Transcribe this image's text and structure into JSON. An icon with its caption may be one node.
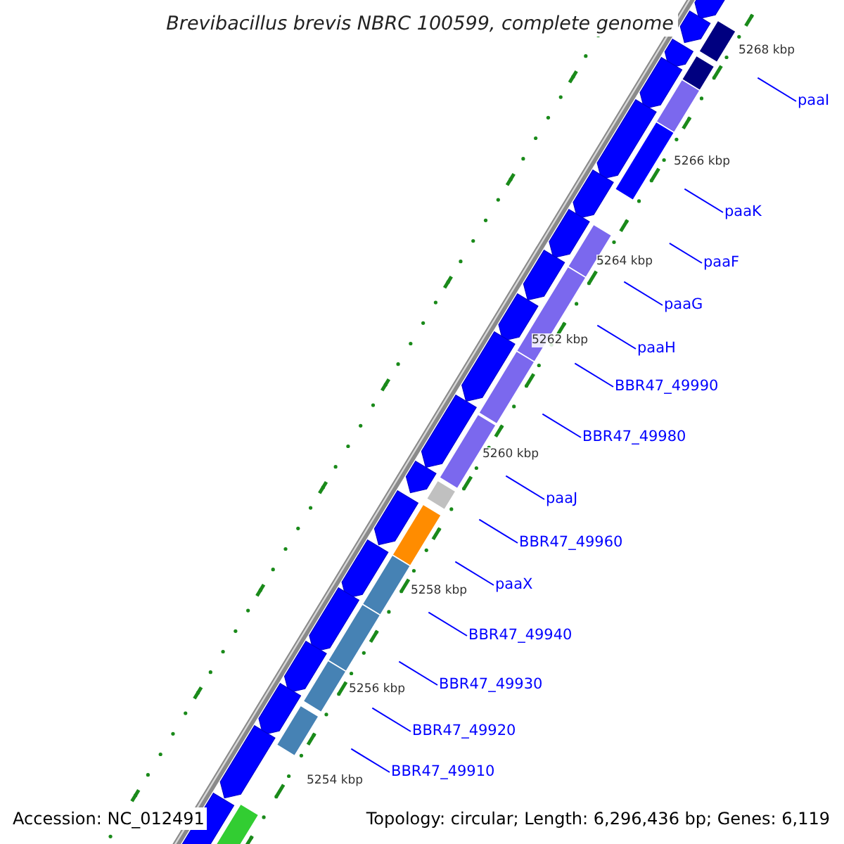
{
  "diagram": {
    "title": "Brevibacillus brevis NBRC 100599, complete genome",
    "nodes": [
      {
        "text": [
          "paaI"
        ]
      },
      {
        "text": [
          "paaK"
        ]
      },
      {
        "text": [
          "paaF"
        ]
      },
      {
        "text": [
          "paaG"
        ]
      },
      {
        "text": [
          "paaH"
        ]
      },
      {
        "text": [
          "BBR47_49990"
        ]
      },
      {
        "text": [
          "BBR47_49980"
        ]
      },
      {
        "text": [
          "paaJ"
        ]
      },
      {
        "text": [
          "BBR47_49960"
        ]
      },
      {
        "text": [
          "paaX"
        ]
      },
      {
        "text": [
          "BBR47_49940"
        ]
      },
      {
        "text": [
          "BBR47_49930"
        ]
      },
      {
        "text": [
          "BBR47_49920"
        ]
      },
      {
        "text": [
          "BBR47_49910"
        ]
      }
    ],
    "edges": [
      {
        "from": 0,
        "to": null,
        "arrow": "none"
      },
      {
        "from": 1,
        "to": null,
        "arrow": "none"
      },
      {
        "from": 2,
        "to": null,
        "arrow": "none"
      },
      {
        "from": 3,
        "to": null,
        "arrow": "none"
      },
      {
        "from": 4,
        "to": null,
        "arrow": "none"
      },
      {
        "from": 5,
        "to": null,
        "arrow": "none"
      },
      {
        "from": 6,
        "to": null,
        "arrow": "none"
      },
      {
        "from": 7,
        "to": null,
        "arrow": "none"
      },
      {
        "from": 8,
        "to": null,
        "arrow": "none"
      },
      {
        "from": 9,
        "to": null,
        "arrow": "none"
      },
      {
        "from": 10,
        "to": null,
        "arrow": "none"
      },
      {
        "from": 11,
        "to": null,
        "arrow": "none"
      },
      {
        "from": 12,
        "to": null,
        "arrow": "none"
      },
      {
        "from": 13,
        "to": null,
        "arrow": "none"
      }
    ],
    "labels": [
      "5268 kbp",
      "5266 kbp",
      "5264 kbp",
      "5262 kbp",
      "5260 kbp",
      "5258 kbp",
      "5256 kbp",
      "5254 kbp",
      "Accession: NC_012491",
      "Topology: circular; Length: 6,296,436 bp; Genes: 6,119"
    ]
  }
}
